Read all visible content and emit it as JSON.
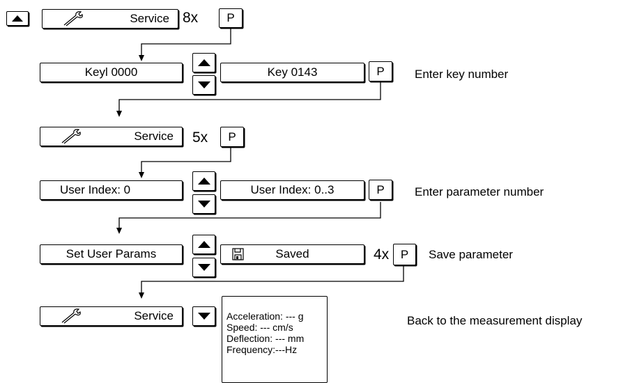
{
  "row1": {
    "box_label": "Service",
    "count": "8x",
    "key": "P"
  },
  "row2": {
    "left_label": "Keyl 0000",
    "right_label": "Key 0143",
    "key": "P",
    "note": "Enter key number"
  },
  "row3": {
    "box_label": "Service",
    "count": "5x",
    "key": "P"
  },
  "row4": {
    "left_label": "User Index: 0",
    "right_label": "User Index: 0..3",
    "key": "P",
    "note": "Enter parameter number"
  },
  "row5": {
    "left_label": "Set User Params",
    "right_label": "Saved",
    "count": "4x",
    "key": "P",
    "note": "Save parameter"
  },
  "row6": {
    "box_label": "Service",
    "display_lines": [
      "Acceleration: --- g",
      "Speed: --- cm/s",
      "Deflection: --- mm",
      "Frequency:---Hz"
    ],
    "note": "Back to the measurement display"
  },
  "icons": {
    "wrench": "wrench-icon",
    "floppy": "floppy-disk-icon",
    "up": "arrow-up-key",
    "down": "arrow-down-key"
  }
}
